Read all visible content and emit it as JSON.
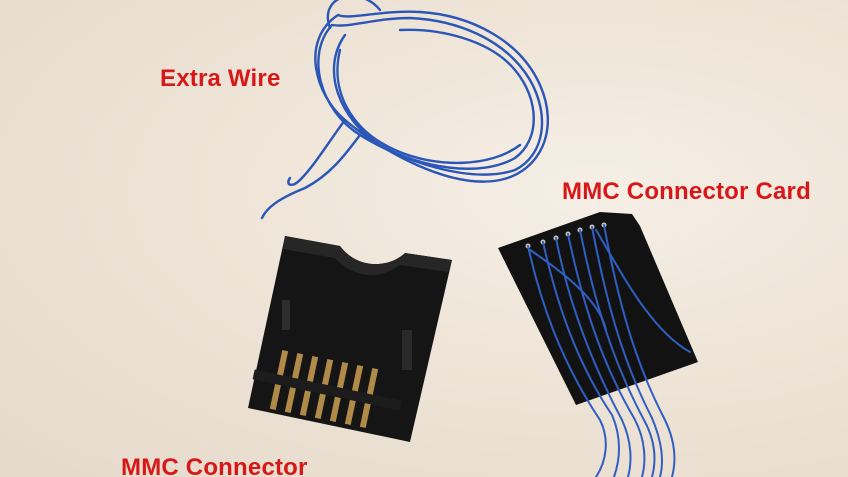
{
  "labels": {
    "extra_wire": "Extra Wire",
    "connector_card": "MMC Connector Card",
    "connector": "MMC Connector"
  },
  "colors": {
    "label_text": "#d81818",
    "background": "#efe6da",
    "wire": "#2a56b8",
    "plastic": "#141414",
    "pins": "#b08a48"
  },
  "objects": [
    "coiled-blue-wire",
    "mmc-connector-socket",
    "mmc-connector-card-with-wires"
  ]
}
